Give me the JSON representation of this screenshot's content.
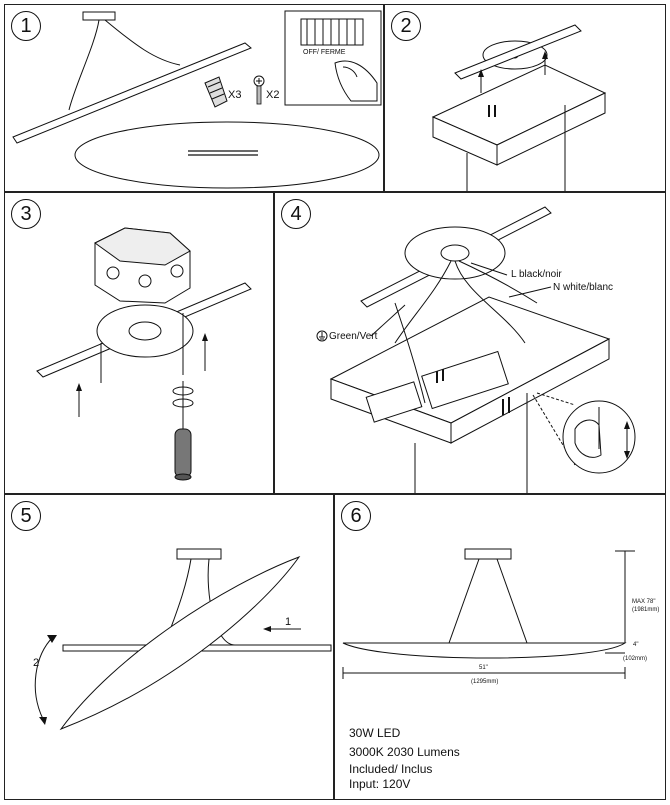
{
  "steps": [
    "1",
    "2",
    "3",
    "4",
    "5",
    "6"
  ],
  "step1": {
    "switch_label": "OFF/ FERME",
    "nut_qty": "X3",
    "screw_qty": "X2"
  },
  "step4": {
    "live_label": "L  black/noir",
    "neutral_label": "N  white/blanc",
    "ground_label": "Green/Vert"
  },
  "step5": {
    "move1": "1",
    "move2": "2"
  },
  "step6": {
    "max_height": "MAX 78\"",
    "max_height_mm": "(1981mm)",
    "width": "51\"",
    "width_mm": "(1295mm)",
    "thickness": "4\"",
    "thickness_mm": "(102mm)",
    "spec_lines": [
      "30W LED",
      "3000K 2030 Lumens",
      "Included/ Inclus",
      "Input: 120V"
    ]
  }
}
